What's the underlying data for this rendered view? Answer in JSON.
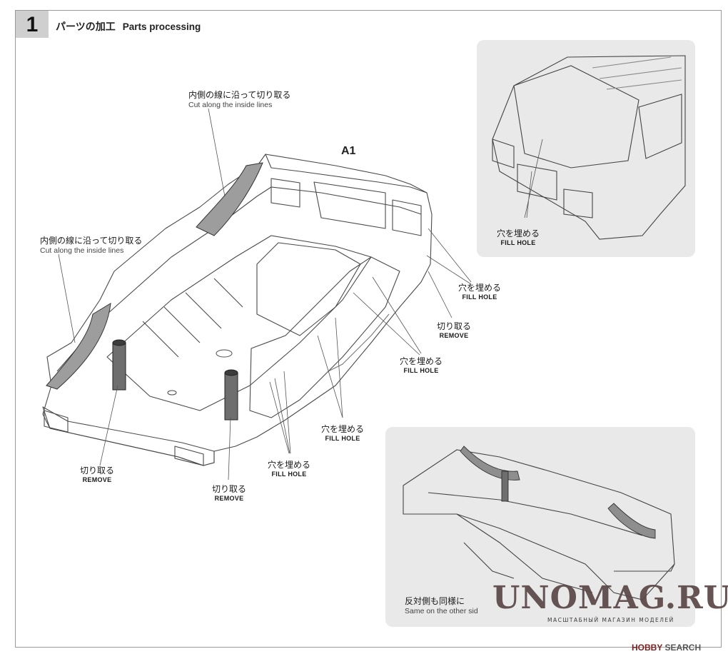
{
  "step": {
    "number": "1",
    "title_jp": "パーツの加工",
    "title_en": "Parts processing"
  },
  "part_id": "A1",
  "labels": {
    "cut_top": {
      "jp": "内側の線に沿って切り取る",
      "en": "Cut along the inside lines"
    },
    "cut_left": {
      "jp": "内側の線に沿って切り取る",
      "en": "Cut along the inside lines"
    },
    "fill_inset": {
      "jp": "穴を埋める",
      "en": "FILL HOLE"
    },
    "fill_right": {
      "jp": "穴を埋める",
      "en": "FILL HOLE"
    },
    "remove_right": {
      "jp": "切り取る",
      "en": "REMOVE"
    },
    "fill_mid": {
      "jp": "穴を埋める",
      "en": "FILL HOLE"
    },
    "fill_low": {
      "jp": "穴を埋める",
      "en": "FILL HOLE"
    },
    "fill_bottom": {
      "jp": "穴を埋める",
      "en": "FILL HOLE"
    },
    "remove_left": {
      "jp": "切り取る",
      "en": "REMOVE"
    },
    "remove_bottom": {
      "jp": "切り取る",
      "en": "REMOVE"
    },
    "same_other_side": {
      "jp": "反対側も同様に",
      "en": "Same on the other sid"
    }
  },
  "watermark": {
    "main": "UNOMAG.RU",
    "sub": "МАСШТАБНЫЙ МАГАЗИН МОДЕЛЕЙ"
  },
  "source": {
    "logo": "HOBBY",
    "text": "SEARCH"
  }
}
